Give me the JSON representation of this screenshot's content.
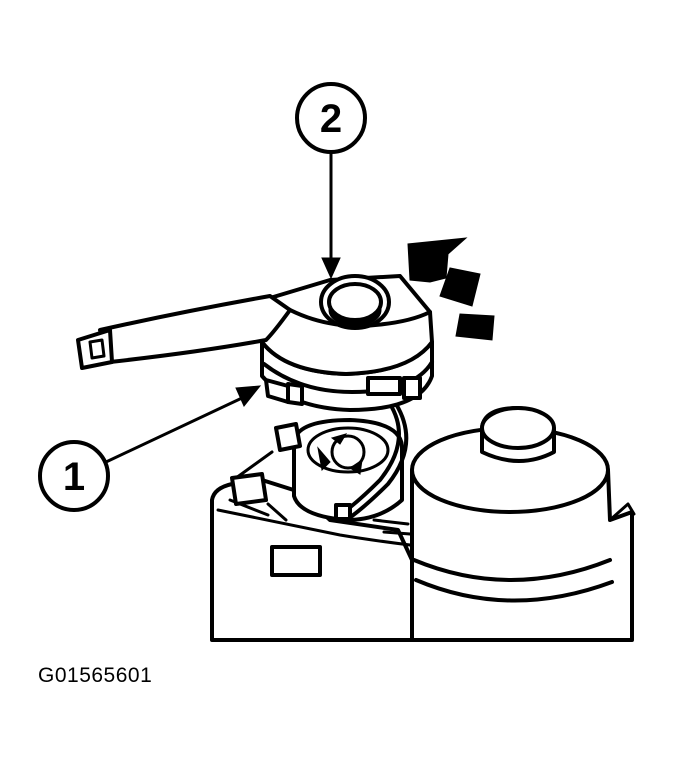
{
  "callouts": [
    {
      "label": "1"
    },
    {
      "label": "2"
    }
  ],
  "figure_id": "G01565601",
  "colors": {
    "ink": "#000000",
    "paper": "#ffffff"
  }
}
